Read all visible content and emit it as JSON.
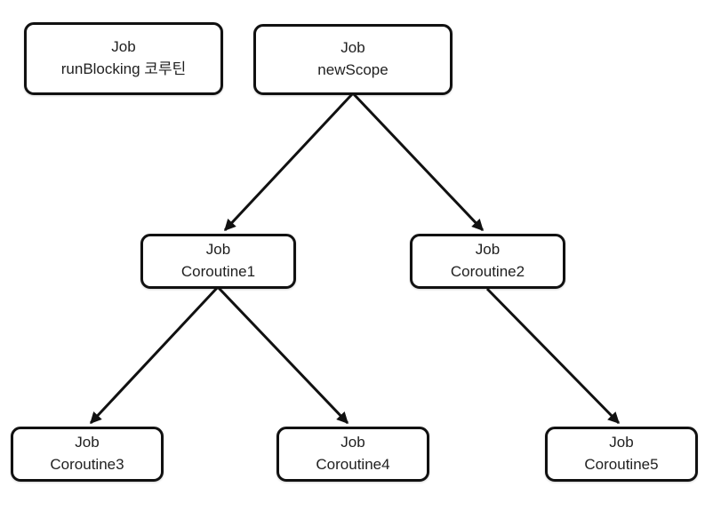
{
  "diagram": {
    "type": "tree",
    "colors": {
      "background": "#ffffff",
      "node_fill": "#ffffff",
      "node_border": "#111111",
      "text": "#1f1f1f",
      "arrow": "#111111"
    },
    "nodes": [
      {
        "id": "runBlocking",
        "line1": "Job",
        "line2": "runBlocking 코루틴"
      },
      {
        "id": "newScope",
        "line1": "Job",
        "line2": "newScope"
      },
      {
        "id": "Coroutine1",
        "line1": "Job",
        "line2": "Coroutine1"
      },
      {
        "id": "Coroutine2",
        "line1": "Job",
        "line2": "Coroutine2"
      },
      {
        "id": "Coroutine3",
        "line1": "Job",
        "line2": "Coroutine3"
      },
      {
        "id": "Coroutine4",
        "line1": "Job",
        "line2": "Coroutine4"
      },
      {
        "id": "Coroutine5",
        "line1": "Job",
        "line2": "Coroutine5"
      }
    ],
    "edges": [
      {
        "from": "newScope",
        "to": "Coroutine1"
      },
      {
        "from": "newScope",
        "to": "Coroutine2"
      },
      {
        "from": "Coroutine1",
        "to": "Coroutine3"
      },
      {
        "from": "Coroutine1",
        "to": "Coroutine4"
      },
      {
        "from": "Coroutine2",
        "to": "Coroutine5"
      }
    ]
  }
}
